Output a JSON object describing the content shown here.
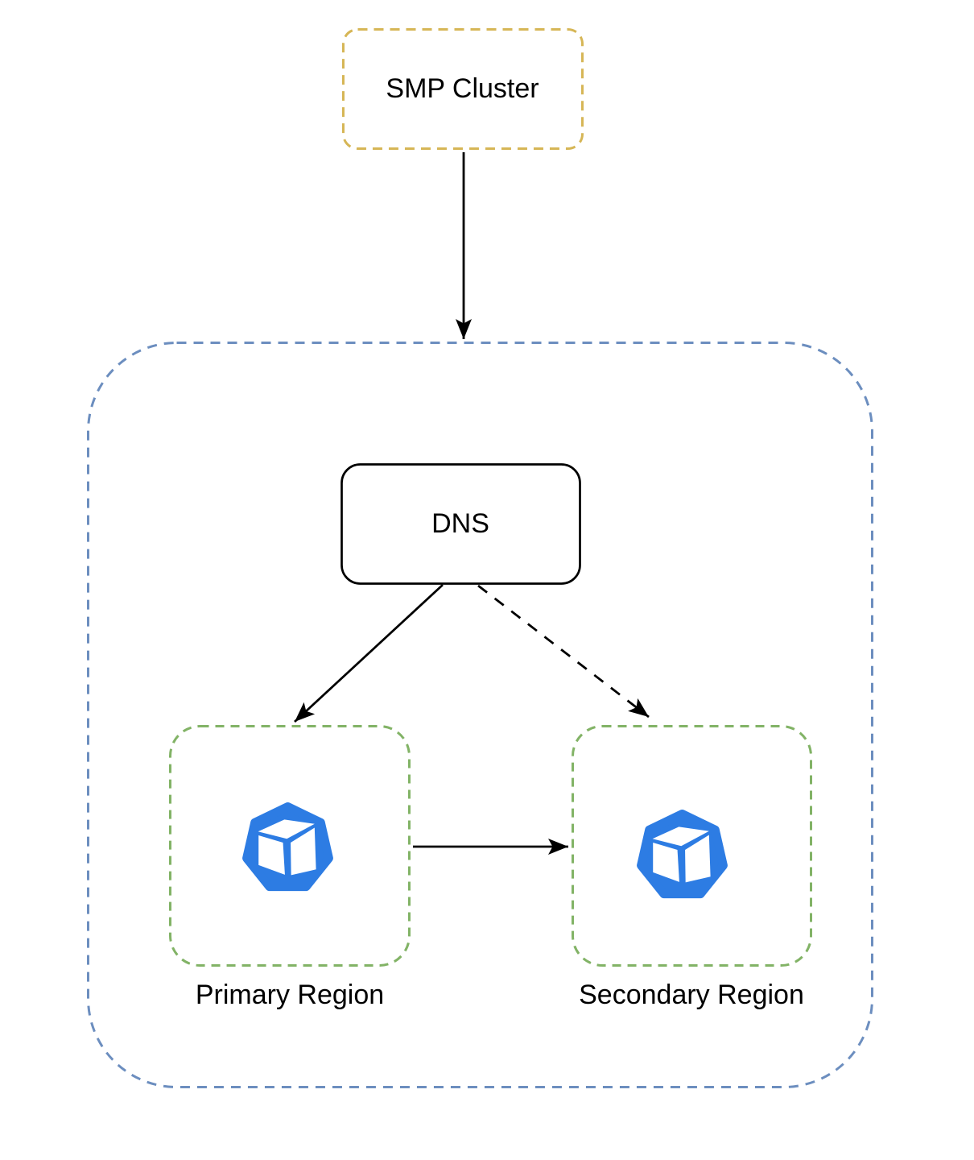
{
  "diagram_type": "architecture-diagram",
  "nodes": {
    "smp_cluster": {
      "label": "SMP Cluster",
      "shape": "rounded-rect",
      "border": "dashed",
      "border_color": "#D6B656"
    },
    "region_container": {
      "label": "",
      "shape": "rounded-rect",
      "border": "dashed",
      "border_color": "#6C8EBF"
    },
    "dns": {
      "label": "DNS",
      "shape": "rounded-rect",
      "border": "solid",
      "border_color": "#000000"
    },
    "primary_region": {
      "label": "Primary Region",
      "shape": "rounded-rect",
      "border": "dashed",
      "border_color": "#82B366",
      "icon": "kubernetes-cluster-icon"
    },
    "secondary_region": {
      "label": "Secondary Region",
      "shape": "rounded-rect",
      "border": "dashed",
      "border_color": "#82B366",
      "icon": "kubernetes-cluster-icon"
    }
  },
  "edges": [
    {
      "from": "smp_cluster",
      "to": "region_container",
      "line": "solid",
      "arrowhead": "filled-triangle"
    },
    {
      "from": "dns",
      "to": "primary_region",
      "line": "solid",
      "arrowhead": "filled-triangle"
    },
    {
      "from": "dns",
      "to": "secondary_region",
      "line": "dashed",
      "arrowhead": "filled-triangle"
    },
    {
      "from": "primary_region",
      "to": "secondary_region",
      "line": "solid",
      "arrowhead": "filled-triangle"
    }
  ],
  "colors": {
    "smp_cluster_border": "#D6B656",
    "region_container_border": "#6C8EBF",
    "dns_border": "#000000",
    "region_border": "#82B366",
    "icon_blue": "#2D7CE3",
    "edge": "#000000",
    "background": "#FFFFFF",
    "text": "#000000"
  }
}
